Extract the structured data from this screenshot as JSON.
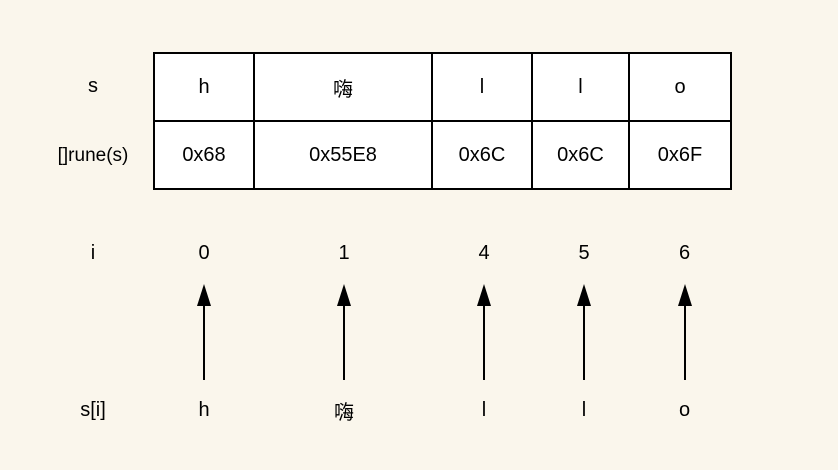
{
  "colors": {
    "background": "#faf6ec",
    "cell_background": "#ffffff",
    "line": "#000000"
  },
  "string_row": {
    "label": "s",
    "cells": [
      "h",
      "嗨",
      "l",
      "l",
      "o"
    ]
  },
  "rune_row": {
    "label": "[]rune(s)",
    "cells": [
      "0x68",
      "0x55E8",
      "0x6C",
      "0x6C",
      "0x6F"
    ]
  },
  "index_row": {
    "label": "i",
    "values": [
      "0",
      "1",
      "4",
      "5",
      "6"
    ]
  },
  "char_row": {
    "label": "s[i]",
    "values": [
      "h",
      "嗨",
      "l",
      "l",
      "o"
    ]
  }
}
